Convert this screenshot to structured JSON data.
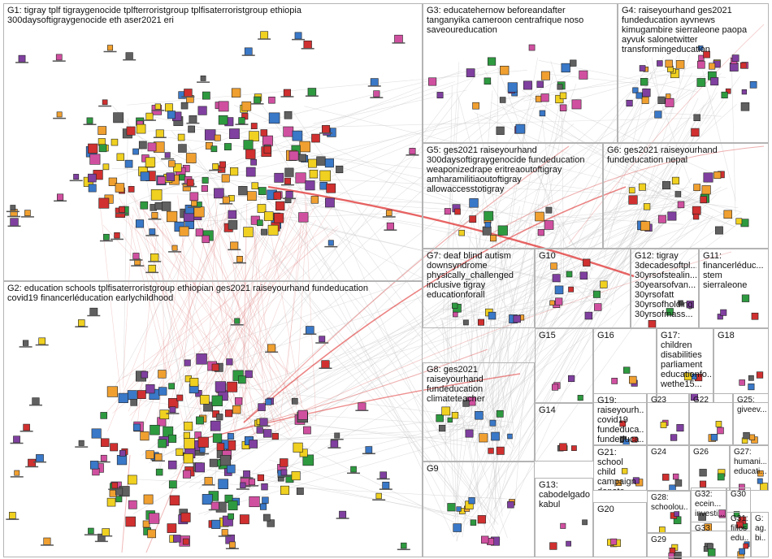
{
  "groups": [
    {
      "id": "G1",
      "label": "G1: tigray tplf tigraygenocide tplfterroristgroup tplfisaterroristgroup ethiopia\n300daysoftigraygenocide eth aser2021 eri"
    },
    {
      "id": "G2",
      "label": "G2: education schools tplfisaterroristgroup ethiopian ges2021 raiseyourhand fundeducation\ncovid19 financerléducation earlychildhood"
    },
    {
      "id": "G3",
      "label": "G3: educatehernow beforeandafter\ntanganyika cameroon centrafrique noso\nsaveoureducation"
    },
    {
      "id": "G4",
      "label": "G4: raiseyourhand ges2021\nfundeducation ayvnews\nkimugambire sierraleone paopa\nayvuk salonetwitter\ntransformingeducation"
    },
    {
      "id": "G5",
      "label": "G5: ges2021 raiseyourhand\n300daysoftigraygenocide fundeducation\nweaponizedrape eritreaoutoftigray\namharamilitiaoutoftigray\nallowaccesstotigray"
    },
    {
      "id": "G6",
      "label": "G6: ges2021 raiseyourhand\nfundeducation nepal"
    },
    {
      "id": "G7",
      "label": "G7: deaf blind autism\ndownsyndrome\nphysically_challenged\ninclusive tigray\neducationforall"
    },
    {
      "id": "G10",
      "label": "G10"
    },
    {
      "id": "G12",
      "label": "G12: tigray\n3decadesoftpl...\n30yrsofstealin...\n30yearsofvan...\n30yrsofatt\n30yrsofholding\n30yrsofmass..."
    },
    {
      "id": "G11",
      "label": "G11:\nfinancerléduc...\nstem\nsierraleone"
    },
    {
      "id": "G15",
      "label": "G15"
    },
    {
      "id": "G16",
      "label": "G16"
    },
    {
      "id": "G17",
      "label": "G17: children\ndisabilities\nparliament\neducationfo...\nwethe15..."
    },
    {
      "id": "G18",
      "label": "G18"
    },
    {
      "id": "G8",
      "label": "G8: ges2021\nraiseyourhand\nfundeducation\nclimateteacher"
    },
    {
      "id": "G14",
      "label": "G14"
    },
    {
      "id": "G19",
      "label": "G19:\nraiseyourh...\ncovid19\nfundeduca...\nfundeduca..."
    },
    {
      "id": "G23",
      "label": "G23"
    },
    {
      "id": "G22",
      "label": "G22"
    },
    {
      "id": "G25",
      "label": "G25:\ngiveev..."
    },
    {
      "id": "G9",
      "label": "G9"
    },
    {
      "id": "G21",
      "label": "G21: school\nchild\ncampaign\ndonate"
    },
    {
      "id": "G24",
      "label": "G24"
    },
    {
      "id": "G26",
      "label": "G26"
    },
    {
      "id": "G27",
      "label": "G27:\nhumani...\neducati..."
    },
    {
      "id": "G13",
      "label": "G13:\ncabodelgado\nkabul"
    },
    {
      "id": "G28",
      "label": "G28:\nschoolou..."
    },
    {
      "id": "G32",
      "label": "G32:\necein...\ninvesti..."
    },
    {
      "id": "G30",
      "label": "G30"
    },
    {
      "id": "G20",
      "label": "G20"
    },
    {
      "id": "G29",
      "label": "G29"
    },
    {
      "id": "G33",
      "label": "G33"
    },
    {
      "id": "G31",
      "label": "G31:\nfilles\nedu..."
    },
    {
      "id": "G",
      "label": "G:\nag...\nbi..."
    }
  ],
  "colors": {
    "border": "#b4b4b4",
    "edge_gray": "#c8c8c8",
    "edge_red": "#e03030",
    "node_blue": "#3a78c8",
    "node_yellow": "#f0d020",
    "node_green": "#2e9a40",
    "node_purple": "#8040a0",
    "node_red": "#d03030",
    "node_pink": "#d050a0"
  }
}
